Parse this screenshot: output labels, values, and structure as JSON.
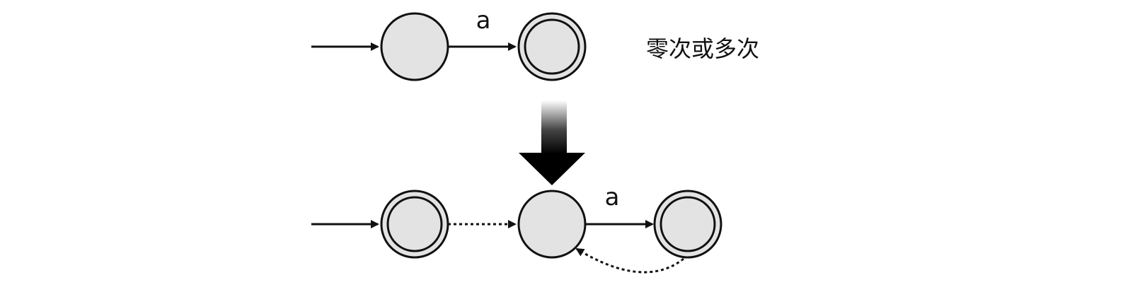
{
  "top": {
    "edge_label": "a",
    "caption": "零次或多次"
  },
  "bottom": {
    "edge_label": "a"
  },
  "colors": {
    "state_fill": "#e3e3e3",
    "stroke": "#111111",
    "background": "#ffffff"
  }
}
